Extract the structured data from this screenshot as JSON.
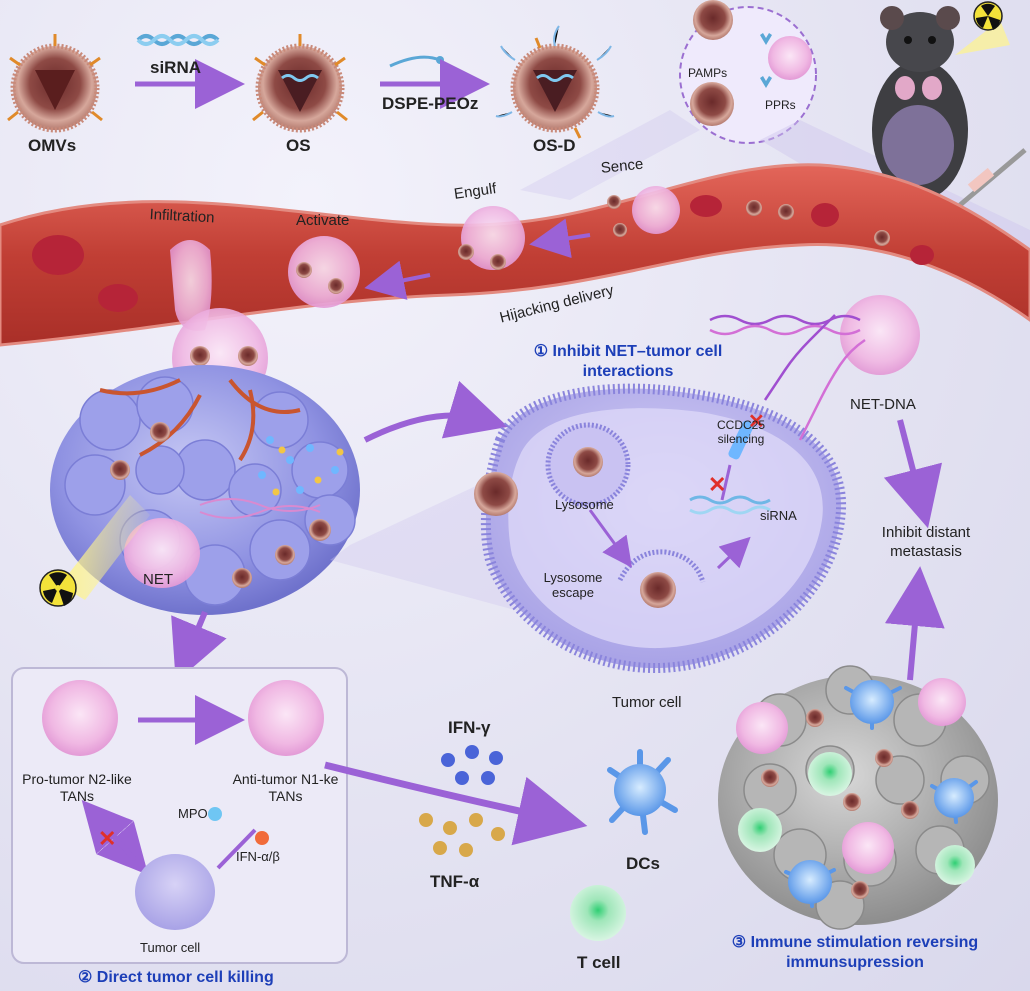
{
  "labels": {
    "omvs": "OMVs",
    "os": "OS",
    "osd": "OS-D",
    "sirna_top": "siRNA",
    "dspe": "DSPE-PEOz",
    "pamps": "PAMPs",
    "pprs": "PPRs",
    "infiltration": "Infiltration",
    "activate": "Activate",
    "engulf": "Engulf",
    "sence": "Sence",
    "hijacking": "Hijacking delivery",
    "inhibit_net_title": "① Inhibit NET–tumor cell interactions",
    "net_dna": "NET-DNA",
    "ccdc25": "CCDC25 silencing",
    "lysosome": "Lysosome",
    "sirna_cell": "siRNA",
    "lysosome_escape": "Lysosome escape",
    "inhibit_distant": "Inhibit distant metastasis",
    "net": "NET",
    "tumor_cell_center": "Tumor cell",
    "pro_tumor": "Pro-tumor N2-like TANs",
    "anti_tumor": "Anti-tumor N1-ke TANs",
    "mpo": "MPO",
    "ifn_ab": "IFN-α/β",
    "tumor_cell_box": "Tumor cell",
    "direct_killing": "② Direct tumor cell killing",
    "ifn_g": "IFN-γ",
    "tnf_a": "TNF-α",
    "dcs": "DCs",
    "t_cell": "T cell",
    "immune_stim": "③ Immune stimulation reversing immunsupression"
  },
  "colors": {
    "vessel": "#c9433a",
    "arrow": "#9b62d6",
    "tumor": "#8c8fe0",
    "caption_blue": "#1d3fb8",
    "nanoparticle": "#c98a7a"
  }
}
